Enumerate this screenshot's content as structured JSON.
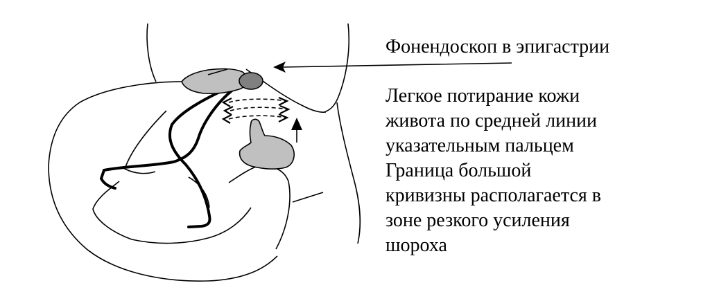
{
  "labels": {
    "stethoscope": "Фонендоскоп в эпигастрии",
    "method_lines": [
      "Легкое потирание кожи",
      "живота по средней линии",
      "указательным пальцем",
      "Граница большой",
      "кривизны располагается в",
      "зоне резкого усиления",
      "шороха"
    ]
  },
  "colors": {
    "stroke": "#000000",
    "hand_fill": "#c0c0c0",
    "chestpiece_fill": "#808080",
    "background": "#ffffff"
  }
}
